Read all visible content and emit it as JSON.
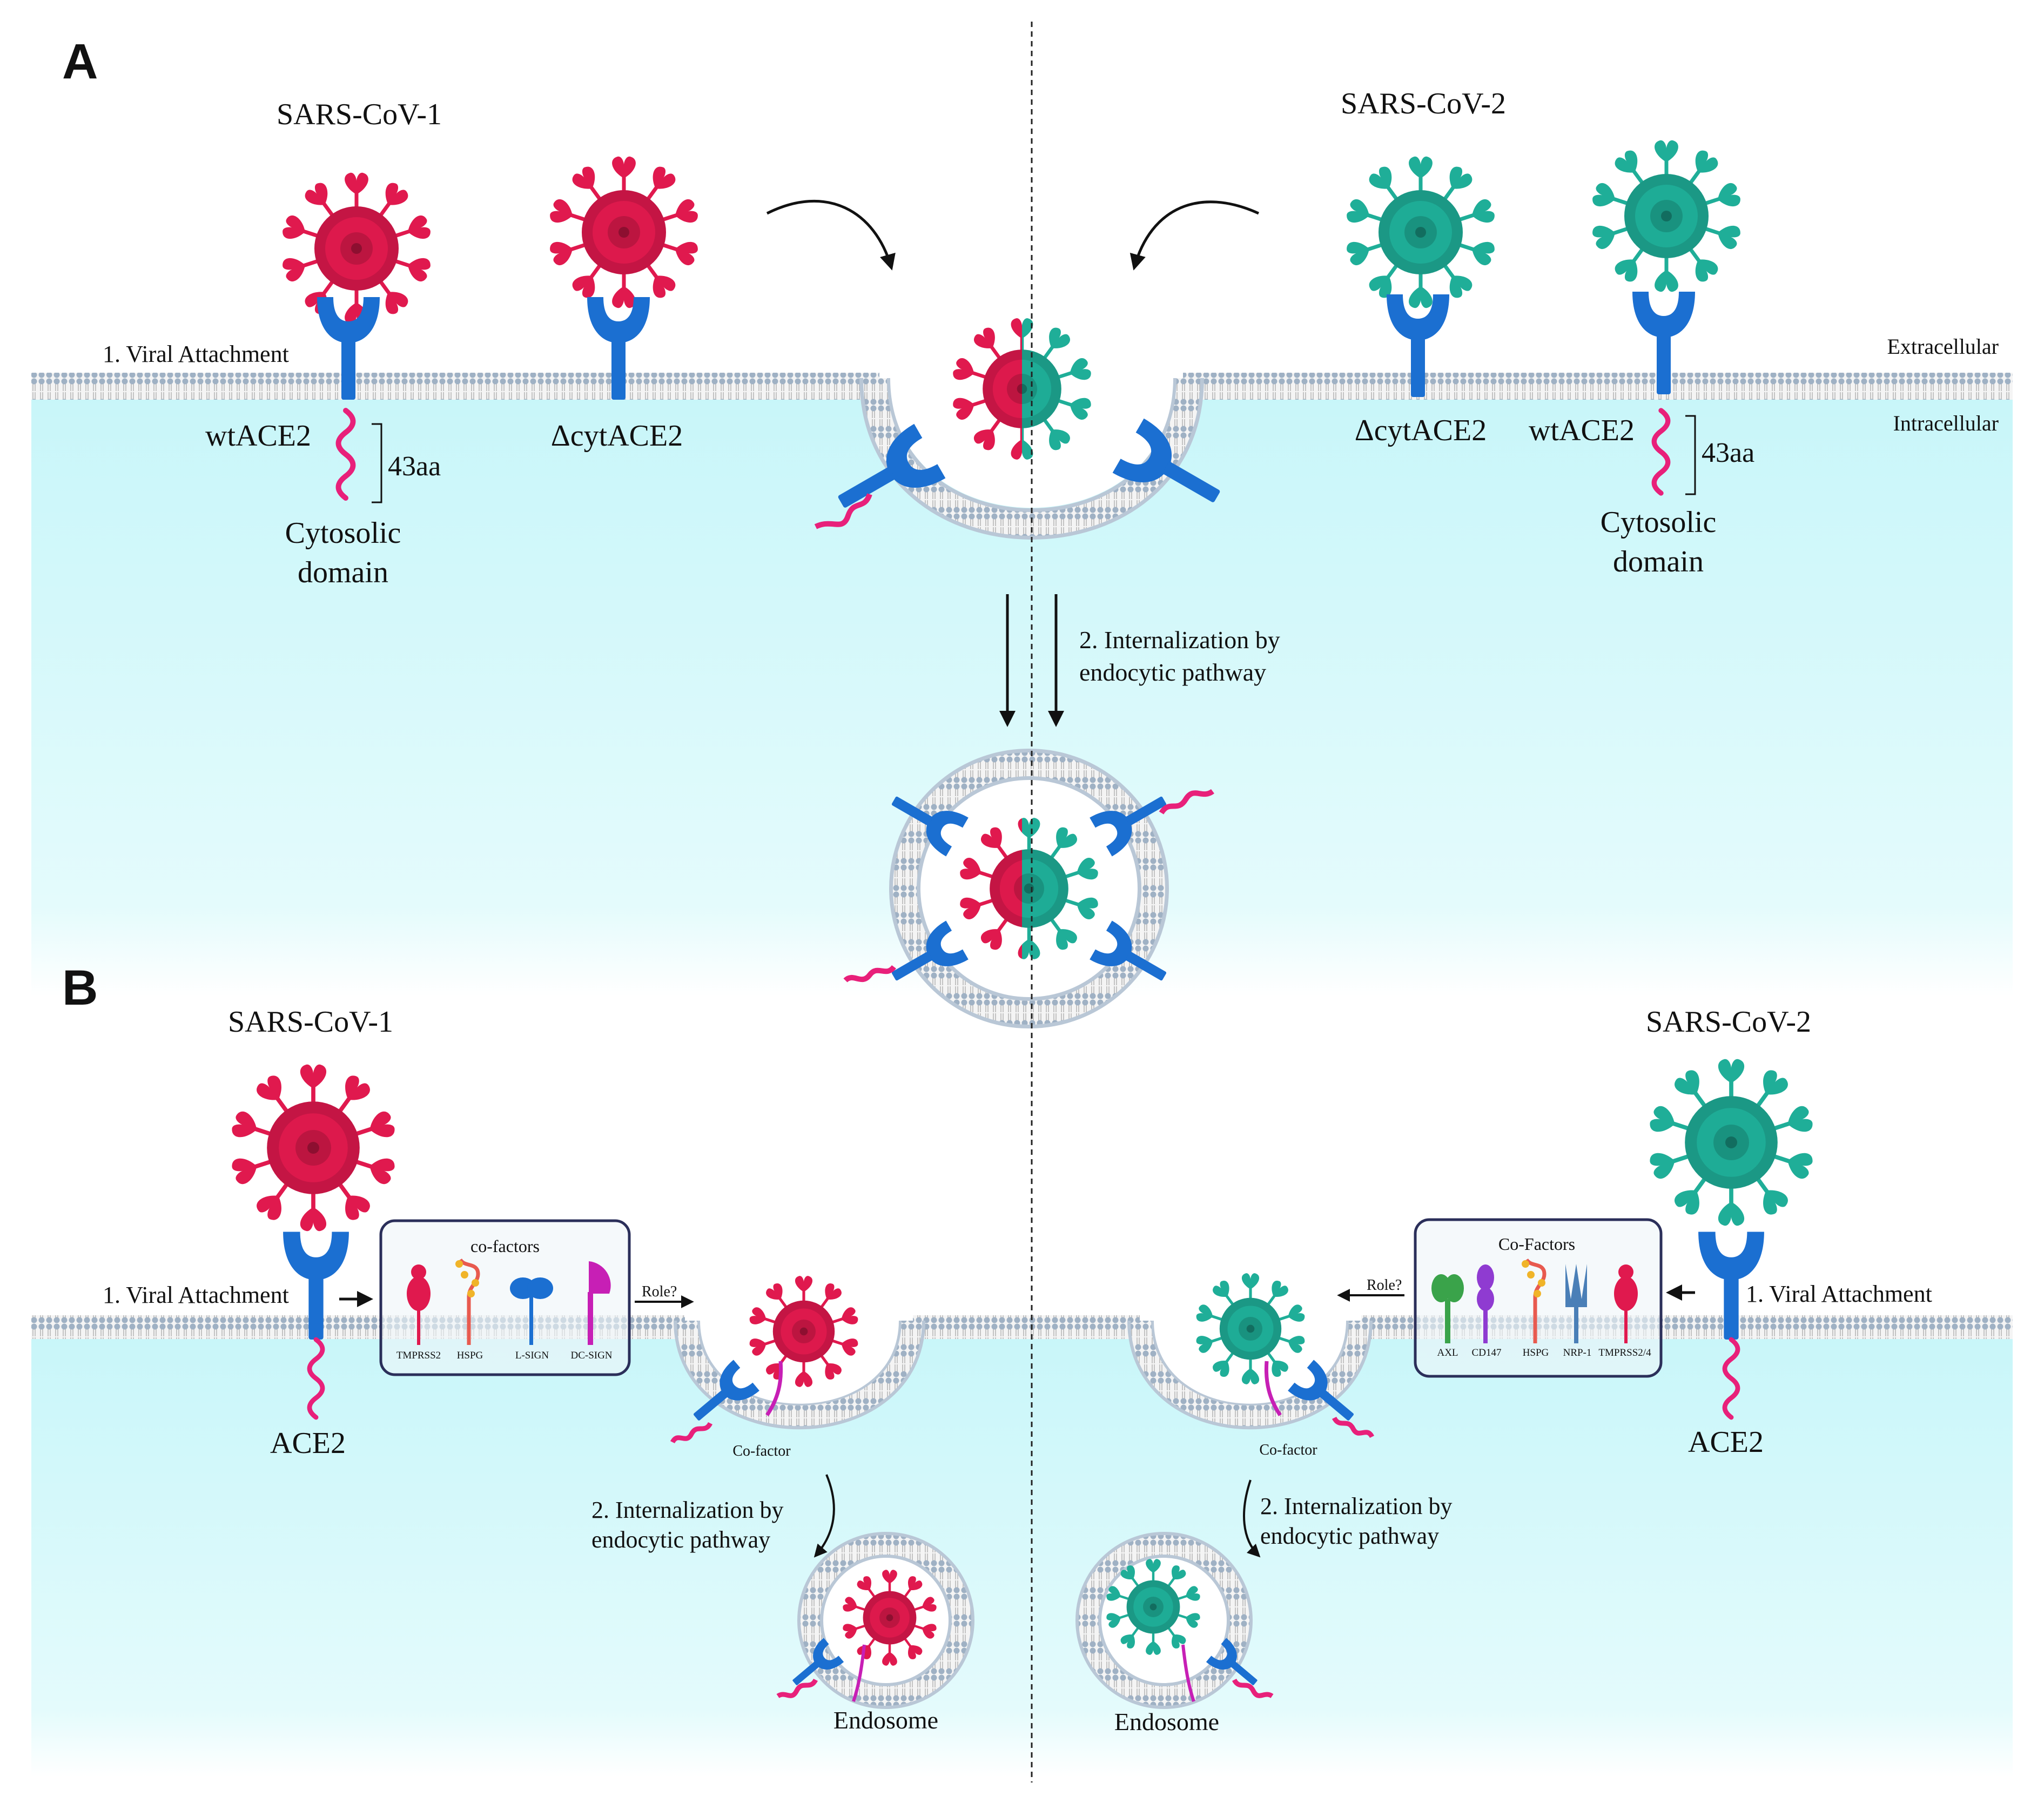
{
  "panels": {
    "a": {
      "letter": "A",
      "virus_left": "SARS-CoV-1",
      "virus_right": "SARS-CoV-2",
      "viral_attachment": "1. Viral Attachment",
      "wt_ace2_left": "wtACE2",
      "dcyt_ace2_left": "ΔcytACE2",
      "dcyt_ace2_right": "ΔcytACE2",
      "wt_ace2_right": "wtACE2",
      "aa_left": "43aa",
      "aa_right": "43aa",
      "cytosolic_left_1": "Cytosolic",
      "cytosolic_left_2": "domain",
      "cytosolic_right_1": "Cytosolic",
      "cytosolic_right_2": "domain",
      "extracellular": "Extracellular",
      "intracellular": "Intracellular",
      "internalization_1": "2. Internalization by",
      "internalization_2": "endocytic pathway"
    },
    "b": {
      "letter": "B",
      "virus_left": "SARS-CoV-1",
      "virus_right": "SARS-CoV-2",
      "viral_attachment_left": "1. Viral Attachment",
      "viral_attachment_right": "1. Viral Attachment",
      "ace2_left": "ACE2",
      "ace2_right": "ACE2",
      "cofactors_left_title": "co-factors",
      "cofactors_left": [
        "TMPRSS2",
        "HSPG",
        "L-SIGN",
        "DC-SIGN"
      ],
      "cofactors_right_title": "Co-Factors",
      "cofactors_right": [
        "AXL",
        "CD147",
        "HSPG",
        "NRP-1",
        "TMPRSS2/4"
      ],
      "role_left": "Role?",
      "role_right": "Role?",
      "cofactor_label_left": "Co-factor",
      "cofactor_label_right": "Co-factor",
      "internalization_left_1": "2. Internalization by",
      "internalization_left_2": "endocytic pathway",
      "internalization_right_1": "2. Internalization by",
      "internalization_right_2": "endocytic pathway",
      "endosome_left": "Endosome",
      "endosome_right": "Endosome"
    }
  },
  "colors": {
    "cov1": "#e0194e",
    "cov1_core": "#c8102e",
    "cov2": "#1fae98",
    "cov2_core": "#14907c",
    "ace2": "#1b6fd1",
    "tail": "#e8207a",
    "membrane": "#b9c7d6",
    "cytoplasm": "#c9f6f8"
  }
}
